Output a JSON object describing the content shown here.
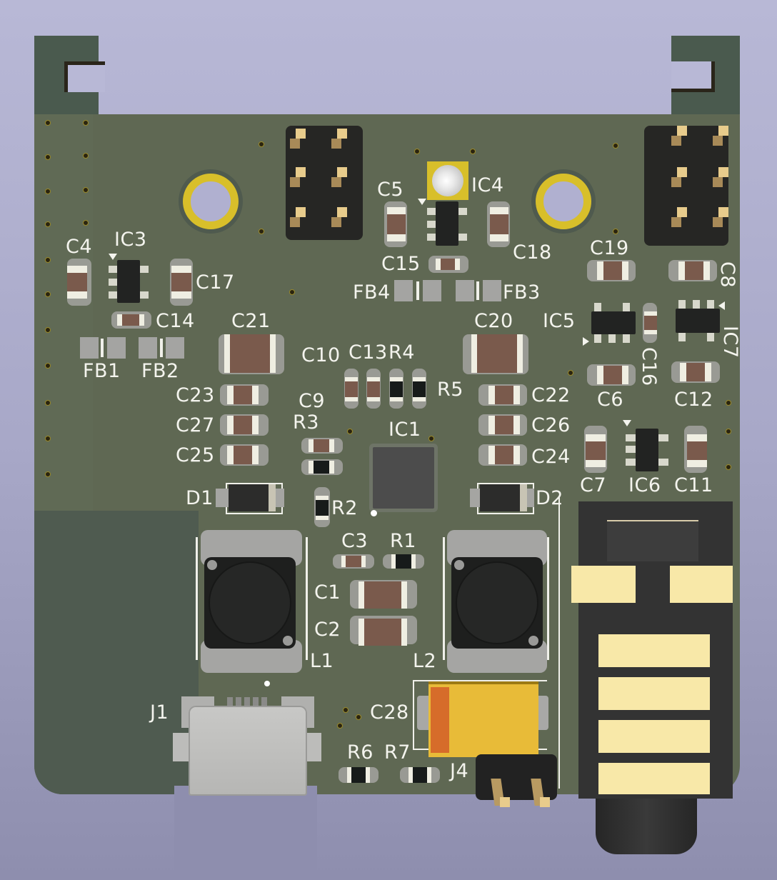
{
  "view": {
    "title": "PCB 3D render",
    "background_top": "#b8b8d6",
    "background_bottom": "#8e8eae",
    "board_color": "#5f6853",
    "silkscreen_color": "#f4f4ee"
  },
  "references": {
    "C1": "C1",
    "C2": "C2",
    "C3": "C3",
    "C4": "C4",
    "C5": "C5",
    "C6": "C6",
    "C7": "C7",
    "C8": "C8",
    "C9": "C9",
    "C10": "C10",
    "C11": "C11",
    "C12": "C12",
    "C13": "C13",
    "C14": "C14",
    "C15": "C15",
    "C16": "C16",
    "C17": "C17",
    "C18": "C18",
    "C19": "C19",
    "C20": "C20",
    "C21": "C21",
    "C22": "C22",
    "C23": "C23",
    "C24": "C24",
    "C25": "C25",
    "C26": "C26",
    "C27": "C27",
    "C28": "C28",
    "R1": "R1",
    "R2": "R2",
    "R3": "R3",
    "R4": "R4",
    "R5": "R5",
    "R6": "R6",
    "R7": "R7",
    "IC1": "IC1",
    "IC3": "IC3",
    "IC4": "IC4",
    "IC5": "IC5",
    "IC6": "IC6",
    "IC7": "IC7",
    "FB1": "FB1",
    "FB2": "FB2",
    "FB3": "FB3",
    "FB4": "FB4",
    "D1": "D1",
    "D2": "D2",
    "L1": "L1",
    "L2": "L2",
    "J1": "J1",
    "J4": "J4"
  },
  "components": {
    "usb_connector": "micro-usb-connector",
    "audio_jack": "audio-jack-connector",
    "header_left": "pin-header-2x3",
    "header_right": "pin-header-2x3-right-angle",
    "header_j4": "pin-header-1x2",
    "tantalum_cap": "tantalum-capacitor",
    "led": "led-ic4",
    "qfn": "qfn-ic1"
  }
}
